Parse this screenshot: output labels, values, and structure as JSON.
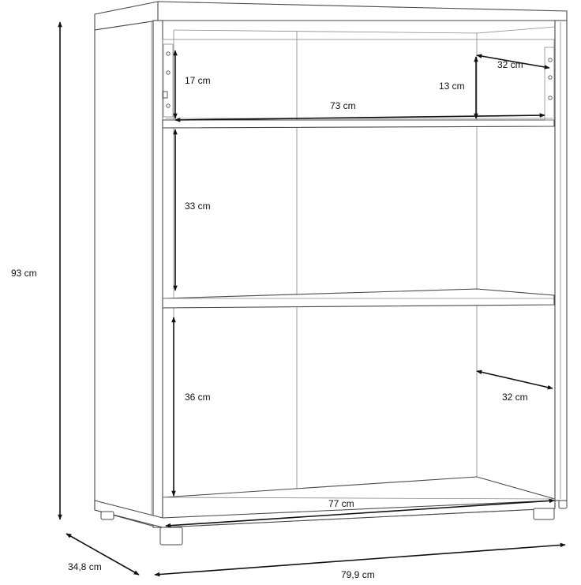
{
  "drawing": {
    "colors": {
      "line": "#4a4a4a",
      "dimension": "#111111",
      "background": "#ffffff"
    },
    "dimensions": {
      "height_total": "93 cm",
      "depth_total": "34,8 cm",
      "width_total": "79,9 cm",
      "top_compartment_height": "17 cm",
      "top_compartment_depth": "32 cm",
      "top_compartment_inner_height": "13 cm",
      "top_compartment_width": "73 cm",
      "middle_compartment_height": "33 cm",
      "bottom_compartment_height": "36 cm",
      "bottom_compartment_depth": "32 cm",
      "bottom_compartment_width": "77 cm"
    }
  }
}
